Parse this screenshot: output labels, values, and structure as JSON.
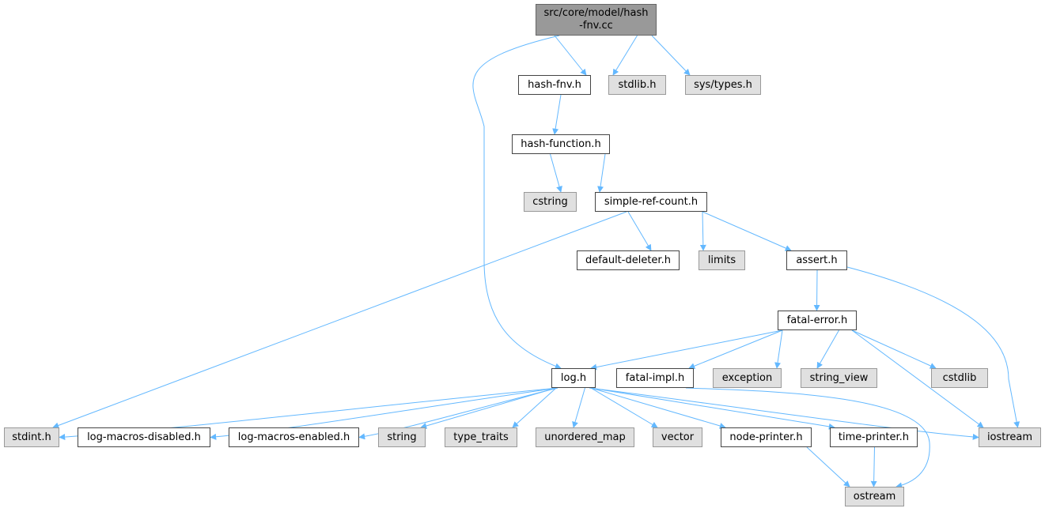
{
  "diagram": {
    "type": "include-dependency-graph",
    "colors": {
      "edge": "#63b8ff",
      "root_fill": "#999999",
      "system_fill": "#e0e0e0",
      "local_fill": "#ffffff",
      "border": "#666666"
    },
    "nodes": [
      {
        "id": "root",
        "label": "src/core/model/hash\n-fnv.cc",
        "kind": "root"
      },
      {
        "id": "hash_fnv_h",
        "label": "hash-fnv.h",
        "kind": "local"
      },
      {
        "id": "stdlib_h",
        "label": "stdlib.h",
        "kind": "system"
      },
      {
        "id": "sys_types_h",
        "label": "sys/types.h",
        "kind": "system"
      },
      {
        "id": "hash_function_h",
        "label": "hash-function.h",
        "kind": "local"
      },
      {
        "id": "cstring",
        "label": "cstring",
        "kind": "system"
      },
      {
        "id": "simple_ref_count_h",
        "label": "simple-ref-count.h",
        "kind": "local"
      },
      {
        "id": "default_deleter_h",
        "label": "default-deleter.h",
        "kind": "local"
      },
      {
        "id": "limits",
        "label": "limits",
        "kind": "system"
      },
      {
        "id": "assert_h",
        "label": "assert.h",
        "kind": "local"
      },
      {
        "id": "fatal_error_h",
        "label": "fatal-error.h",
        "kind": "local"
      },
      {
        "id": "log_h",
        "label": "log.h",
        "kind": "local"
      },
      {
        "id": "fatal_impl_h",
        "label": "fatal-impl.h",
        "kind": "local"
      },
      {
        "id": "exception",
        "label": "exception",
        "kind": "system"
      },
      {
        "id": "string_view",
        "label": "string_view",
        "kind": "system"
      },
      {
        "id": "cstdlib",
        "label": "cstdlib",
        "kind": "system"
      },
      {
        "id": "stdint_h",
        "label": "stdint.h",
        "kind": "system"
      },
      {
        "id": "log_macros_disabled_h",
        "label": "log-macros-disabled.h",
        "kind": "local"
      },
      {
        "id": "log_macros_enabled_h",
        "label": "log-macros-enabled.h",
        "kind": "local"
      },
      {
        "id": "string",
        "label": "string",
        "kind": "system"
      },
      {
        "id": "type_traits",
        "label": "type_traits",
        "kind": "system"
      },
      {
        "id": "unordered_map",
        "label": "unordered_map",
        "kind": "system"
      },
      {
        "id": "vector",
        "label": "vector",
        "kind": "system"
      },
      {
        "id": "node_printer_h",
        "label": "node-printer.h",
        "kind": "local"
      },
      {
        "id": "time_printer_h",
        "label": "time-printer.h",
        "kind": "local"
      },
      {
        "id": "iostream",
        "label": "iostream",
        "kind": "system"
      },
      {
        "id": "ostream",
        "label": "ostream",
        "kind": "system"
      }
    ],
    "edges": [
      [
        "root",
        "hash_fnv_h"
      ],
      [
        "root",
        "stdlib_h"
      ],
      [
        "root",
        "sys_types_h"
      ],
      [
        "root",
        "log_h"
      ],
      [
        "hash_fnv_h",
        "hash_function_h"
      ],
      [
        "hash_function_h",
        "cstring"
      ],
      [
        "hash_function_h",
        "simple_ref_count_h"
      ],
      [
        "simple_ref_count_h",
        "stdint_h"
      ],
      [
        "simple_ref_count_h",
        "default_deleter_h"
      ],
      [
        "simple_ref_count_h",
        "limits"
      ],
      [
        "simple_ref_count_h",
        "assert_h"
      ],
      [
        "assert_h",
        "fatal_error_h"
      ],
      [
        "assert_h",
        "iostream"
      ],
      [
        "fatal_error_h",
        "log_h"
      ],
      [
        "fatal_error_h",
        "fatal_impl_h"
      ],
      [
        "fatal_error_h",
        "exception"
      ],
      [
        "fatal_error_h",
        "string_view"
      ],
      [
        "fatal_error_h",
        "cstdlib"
      ],
      [
        "fatal_error_h",
        "iostream"
      ],
      [
        "fatal_impl_h",
        "ostream"
      ],
      [
        "log_h",
        "stdint_h"
      ],
      [
        "log_h",
        "log_macros_disabled_h"
      ],
      [
        "log_h",
        "log_macros_enabled_h"
      ],
      [
        "log_h",
        "string"
      ],
      [
        "log_h",
        "type_traits"
      ],
      [
        "log_h",
        "unordered_map"
      ],
      [
        "log_h",
        "vector"
      ],
      [
        "log_h",
        "node_printer_h"
      ],
      [
        "log_h",
        "time_printer_h"
      ],
      [
        "log_h",
        "iostream"
      ],
      [
        "node_printer_h",
        "ostream"
      ],
      [
        "time_printer_h",
        "ostream"
      ]
    ]
  }
}
